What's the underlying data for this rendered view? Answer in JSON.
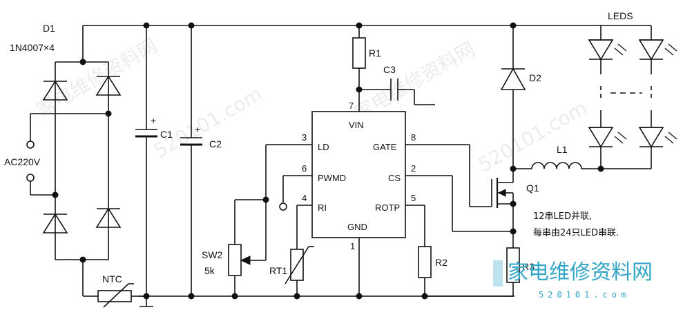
{
  "diagram": {
    "bridge": {
      "ref": "D1",
      "part": "1N4007×4"
    },
    "input": {
      "label": "AC220V"
    },
    "ntc": {
      "label": "NTC"
    },
    "c1": {
      "label": "C1"
    },
    "c2": {
      "label": "C2"
    },
    "r1": {
      "label": "R1"
    },
    "c3": {
      "label": "C3"
    },
    "ic": {
      "pins": {
        "vin": {
          "num": "7",
          "name": "VIN"
        },
        "ld": {
          "num": "3",
          "name": "LD"
        },
        "pwmd": {
          "num": "6",
          "name": "PWMD"
        },
        "ri": {
          "num": "4",
          "name": "RI"
        },
        "gnd": {
          "num": "1",
          "name": "GND"
        },
        "gate": {
          "num": "8",
          "name": "GATE"
        },
        "cs": {
          "num": "2",
          "name": "CS"
        },
        "rotp": {
          "num": "5",
          "name": "ROTP"
        }
      }
    },
    "sw2": {
      "label": "SW2",
      "value": "5k"
    },
    "rt1": {
      "label": "RT1"
    },
    "r2": {
      "label": "R2"
    },
    "r3": {
      "label": "R3"
    },
    "d2": {
      "label": "D2"
    },
    "l1": {
      "label": "L1"
    },
    "q1": {
      "label": "Q1"
    },
    "leds": {
      "label": "LEDS"
    },
    "note": {
      "line1": "12串LED并联,",
      "line2": "每串由24只LED串联."
    },
    "watermark": {
      "text": "家电维修资料网",
      "url": "520101.com"
    }
  }
}
